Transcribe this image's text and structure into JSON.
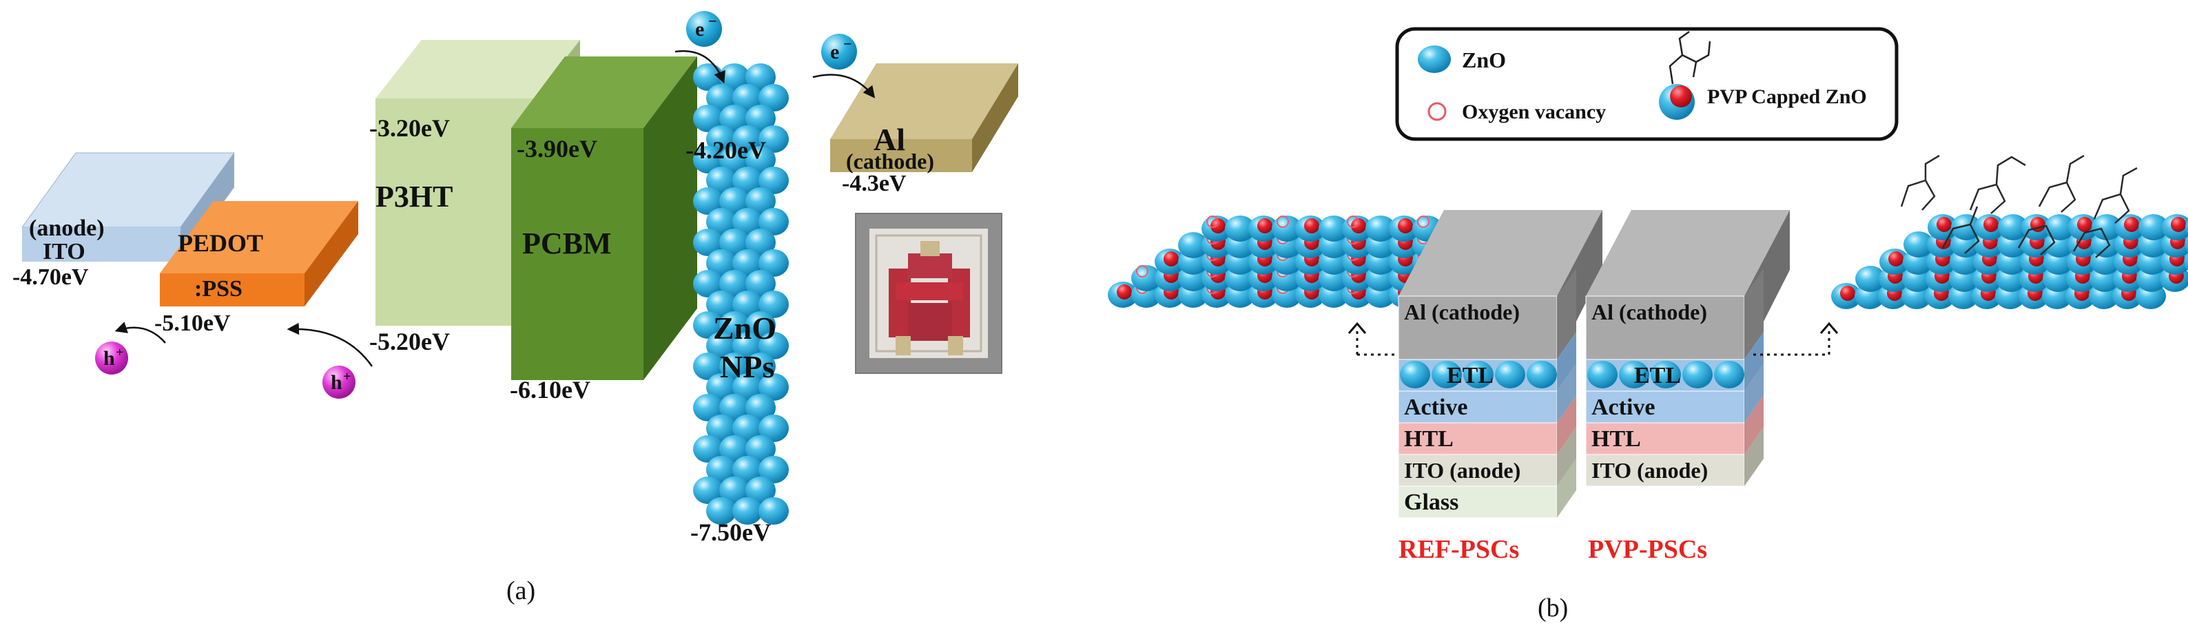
{
  "panel_a": {
    "caption": "(a)",
    "ito": {
      "line1": "(anode)",
      "line2": "ITO",
      "energy": "-4.70eV"
    },
    "pedot": {
      "line1": "PEDOT",
      "line2": ":PSS",
      "energy": "-5.10eV"
    },
    "p3ht": {
      "label": "P3HT",
      "top_energy": "-3.20eV",
      "bottom_energy": "-5.20eV"
    },
    "pcbm": {
      "label": "PCBM",
      "top_energy": "-3.90eV",
      "bottom_energy": "-6.10eV"
    },
    "zno": {
      "line1": "ZnO",
      "line2": "NPs",
      "top_energy": "-4.20eV",
      "bottom_energy": "-7.50eV"
    },
    "al": {
      "line1": "Al",
      "line2": "(cathode)",
      "energy": "-4.3eV"
    },
    "electron": "e",
    "electron_sup": "−",
    "hole": "h",
    "hole_sup": "+"
  },
  "panel_b": {
    "caption": "(b)",
    "legend": {
      "zno": "ZnO",
      "oxygen_vacancy": "Oxygen vacancy",
      "pvp_zno": "PVP Capped ZnO"
    },
    "ref_stack": {
      "title": "REF-PSCs",
      "layers": [
        "Al (cathode)",
        "ETL",
        "Active",
        "HTL",
        "ITO (anode)",
        "Glass"
      ]
    },
    "pvp_stack": {
      "title": "PVP-PSCs",
      "layers": [
        "Al (cathode)",
        "ETL",
        "Active",
        "HTL",
        "ITO (anode)"
      ]
    }
  },
  "colors": {
    "ito": "#b7cfe8",
    "pedot": "#f07a1e",
    "p3ht": "#c8dba4",
    "pcbm": "#5c8f2c",
    "al": "#b8a66a",
    "zno": "#39b3dd",
    "vacancy_red": "#e01b2a",
    "hole": "#e13ad6",
    "title_red": "#e8231f"
  }
}
